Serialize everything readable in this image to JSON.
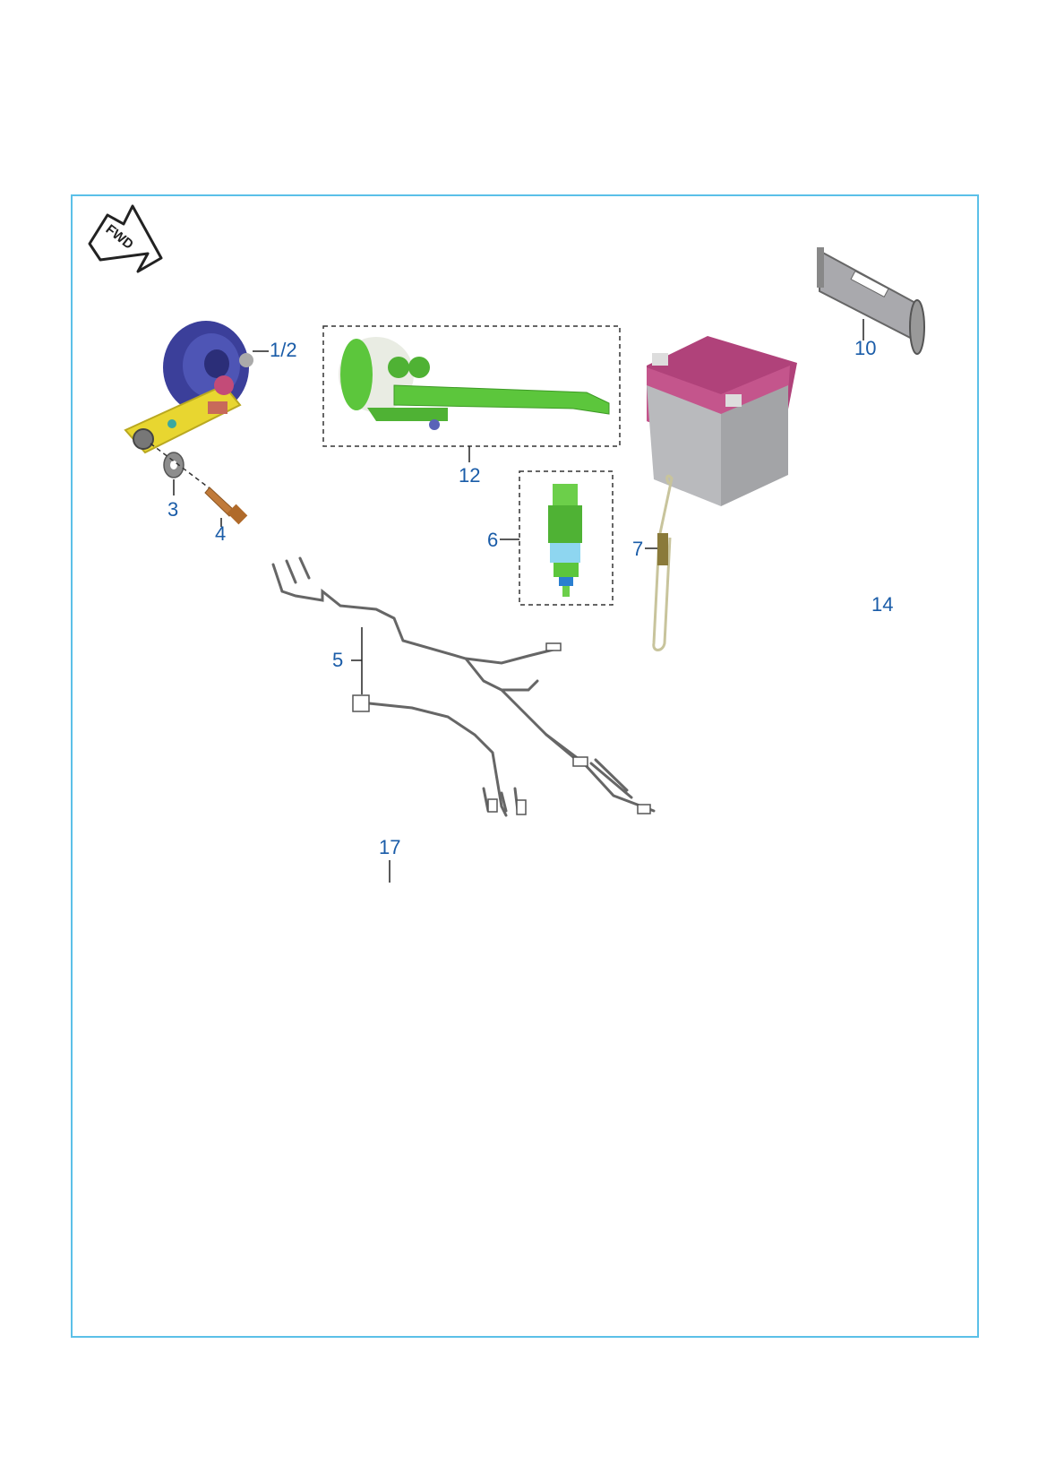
{
  "diagram": {
    "orientation_badge": "FWD",
    "callouts": [
      {
        "id": "horn",
        "label": "1/2"
      },
      {
        "id": "washer",
        "label": "3"
      },
      {
        "id": "bolt",
        "label": "4"
      },
      {
        "id": "harness",
        "label": "5"
      },
      {
        "id": "relay",
        "label": "6"
      },
      {
        "id": "spring",
        "label": "7"
      },
      {
        "id": "battery-strap",
        "label": "10"
      },
      {
        "id": "switch-assembly",
        "label": "12"
      },
      {
        "id": "battery",
        "label": "14"
      },
      {
        "id": "item-17",
        "label": "17"
      }
    ]
  },
  "colors": {
    "frame": "#5bc0e8",
    "callout_text": "#1a5ca8",
    "horn": "#3b3f9a",
    "horn_bracket": "#e8d630",
    "switch": "#5cc63c",
    "battery_top": "#b0427a",
    "battery_body": "#b9babd",
    "bolt": "#c07a3a"
  }
}
